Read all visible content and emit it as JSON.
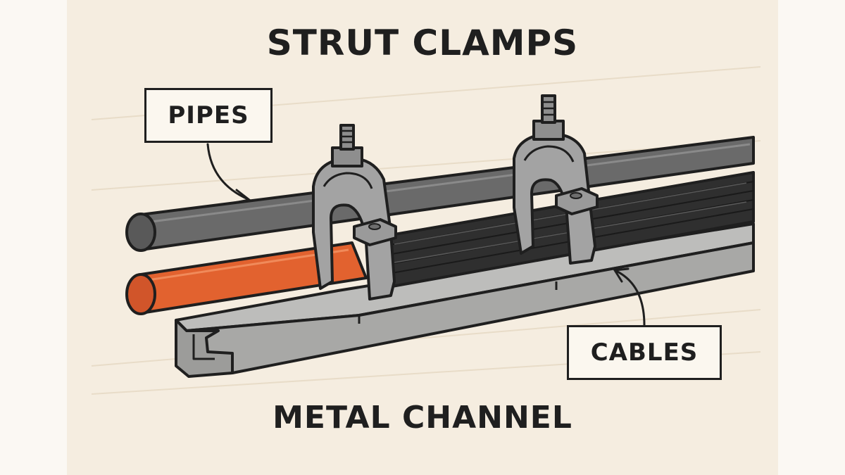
{
  "title": "STRUT CLAMPS",
  "caption": "METAL CHANNEL",
  "callouts": {
    "pipes": "PIPES",
    "cables": "CABLES"
  },
  "colors": {
    "background": "#f5ede0",
    "copper_pipe": "#e2622f",
    "steel_pipe": "#6a6a6a",
    "channel": "#a8a8a6",
    "cables": "#2f2f2f",
    "outline": "#1f1f1f"
  }
}
